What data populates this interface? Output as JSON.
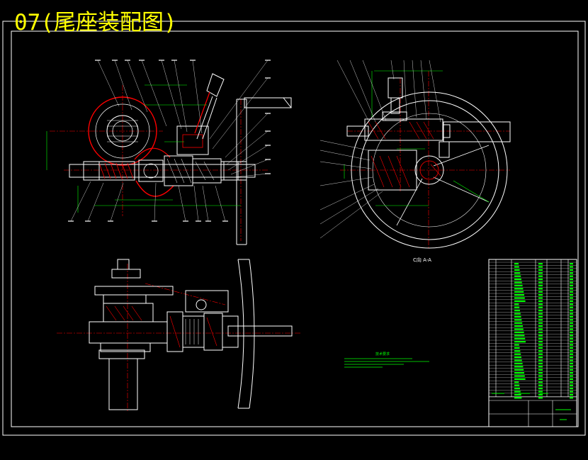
{
  "drawing": {
    "title": "07(尾座装配图)",
    "section_caption": "C向  A-A",
    "notes_title": "技术要求"
  },
  "colors": {
    "background": "#000000",
    "outline": "#ffffff",
    "centerline": "#ff0000",
    "dimension": "#00ff00",
    "hatch": "#ff0000",
    "title_text": "#ffff00"
  }
}
